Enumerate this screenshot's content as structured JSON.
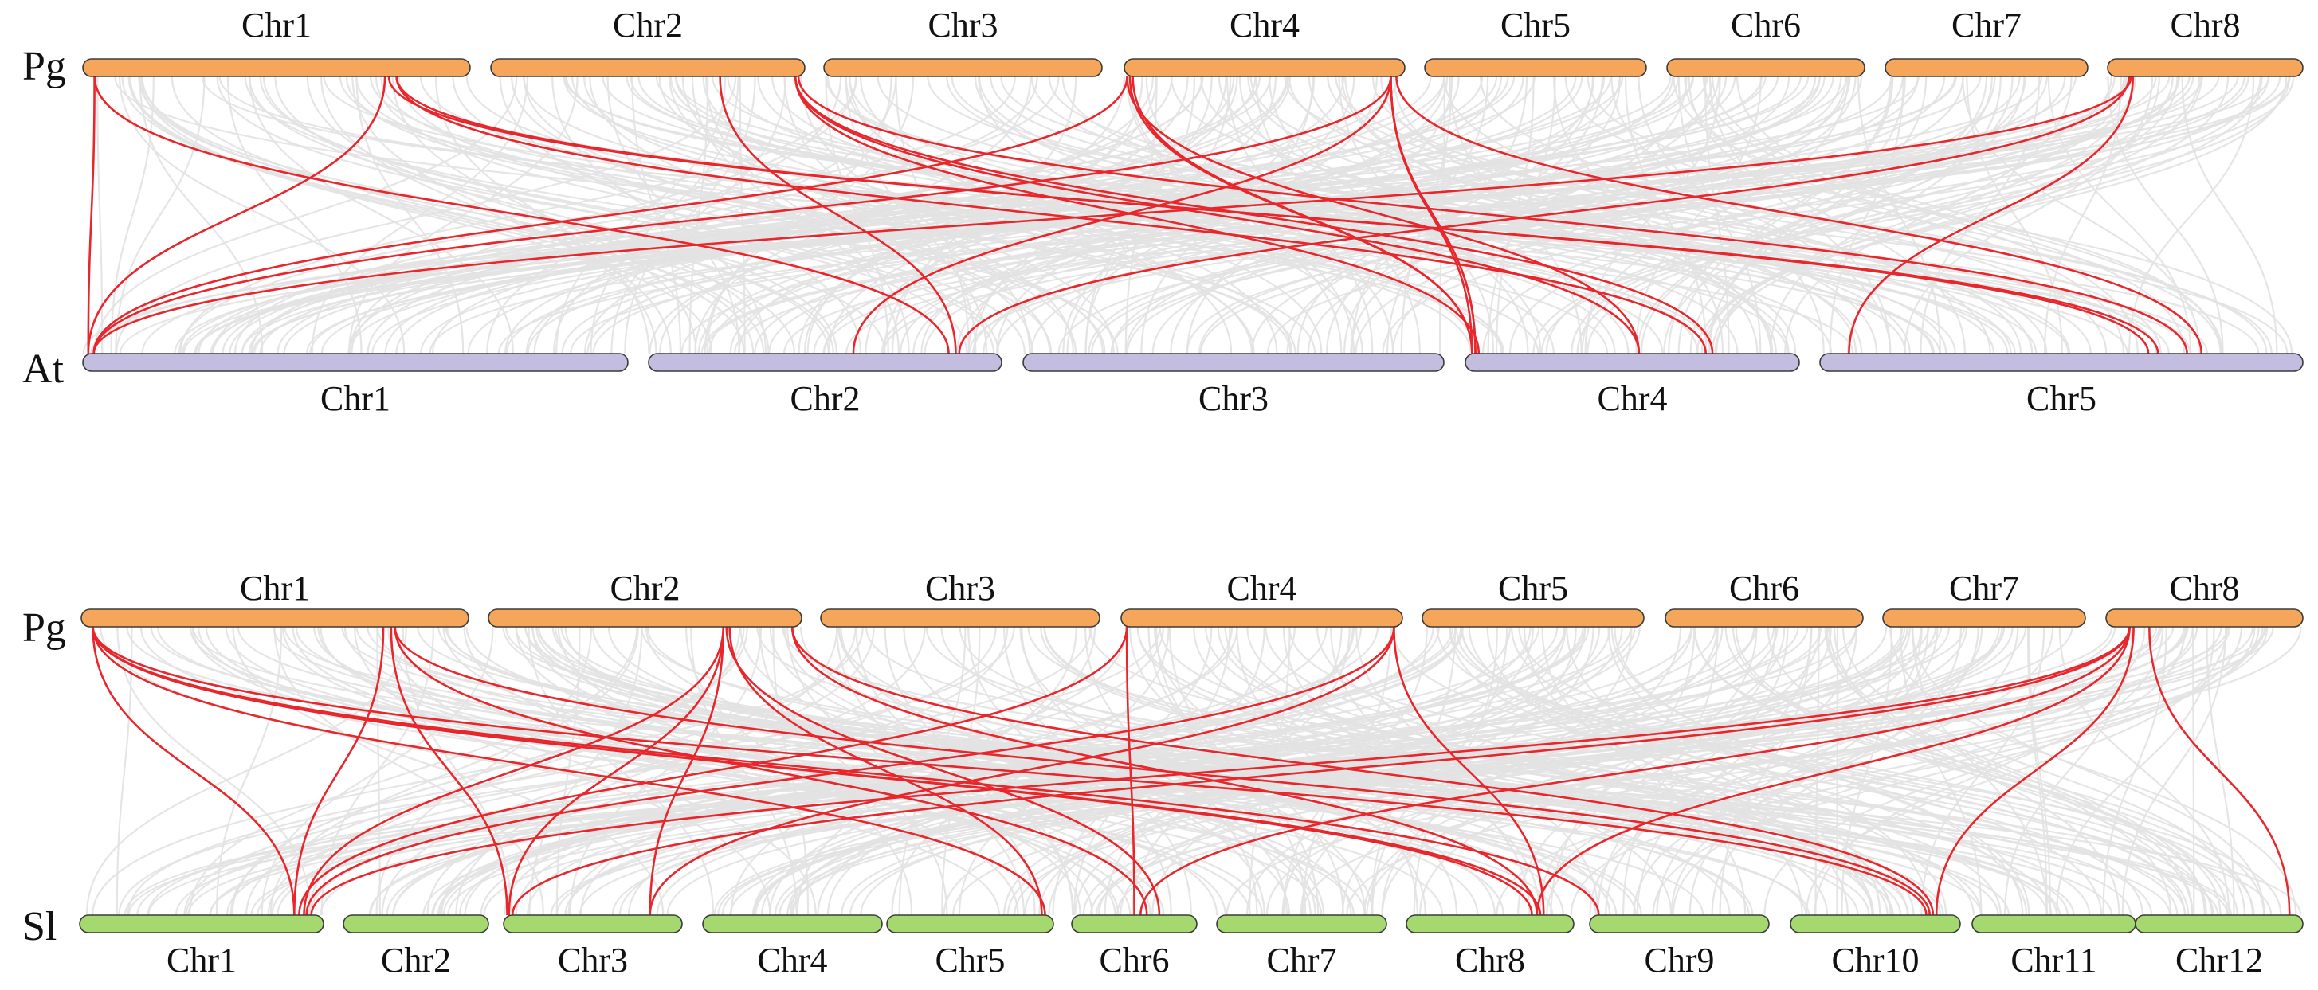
{
  "colors": {
    "background_link": "#e2e2e2",
    "highlight_link": "#e8262b",
    "pg": "#f5a65b",
    "at": "#c3bde0",
    "sl": "#a6d870",
    "outline": "#3a3a3a"
  },
  "panels": [
    {
      "id": "pg-at",
      "top": {
        "genome": "Pg",
        "chromosomes": [
          {
            "name": "Chr1",
            "span": [
              0.0,
              1.0
            ]
          },
          {
            "name": "Chr2",
            "span": [
              0.0,
              1.0
            ]
          },
          {
            "name": "Chr3",
            "span": [
              0.0,
              1.0
            ]
          },
          {
            "name": "Chr4",
            "span": [
              0.0,
              1.0
            ]
          },
          {
            "name": "Chr5",
            "span": [
              0.0,
              1.0
            ]
          },
          {
            "name": "Chr6",
            "span": [
              0.0,
              1.0
            ]
          },
          {
            "name": "Chr7",
            "span": [
              0.0,
              1.0
            ]
          },
          {
            "name": "Chr8",
            "span": [
              0.0,
              1.0
            ]
          }
        ]
      },
      "bottom": {
        "genome": "At",
        "chromosomes": [
          {
            "name": "Chr1"
          },
          {
            "name": "Chr2"
          },
          {
            "name": "Chr3"
          },
          {
            "name": "Chr4"
          },
          {
            "name": "Chr5"
          }
        ]
      }
    },
    {
      "id": "pg-sl",
      "top": {
        "genome": "Pg",
        "chromosomes": [
          {
            "name": "Chr1"
          },
          {
            "name": "Chr2"
          },
          {
            "name": "Chr3"
          },
          {
            "name": "Chr4"
          },
          {
            "name": "Chr5"
          },
          {
            "name": "Chr6"
          },
          {
            "name": "Chr7"
          },
          {
            "name": "Chr8"
          }
        ]
      },
      "bottom": {
        "genome": "Sl",
        "chromosomes": [
          {
            "name": "Chr1"
          },
          {
            "name": "Chr2"
          },
          {
            "name": "Chr3"
          },
          {
            "name": "Chr4"
          },
          {
            "name": "Chr5"
          },
          {
            "name": "Chr6"
          },
          {
            "name": "Chr7"
          },
          {
            "name": "Chr8"
          },
          {
            "name": "Chr9"
          },
          {
            "name": "Chr10"
          },
          {
            "name": "Chr11"
          },
          {
            "name": "Chr12"
          }
        ]
      }
    }
  ],
  "highlight_links": {
    "pg-at": [
      {
        "top": [
          "Chr1",
          0.03
        ],
        "bottom": [
          "Chr1",
          0.01
        ]
      },
      {
        "top": [
          "Chr1",
          0.78
        ],
        "bottom": [
          "Chr1",
          0.01
        ]
      },
      {
        "top": [
          "Chr1",
          0.03
        ],
        "bottom": [
          "Chr2",
          0.85
        ]
      },
      {
        "top": [
          "Chr1",
          0.81
        ],
        "bottom": [
          "Chr4",
          0.72
        ]
      },
      {
        "top": [
          "Chr1",
          0.81
        ],
        "bottom": [
          "Chr5",
          0.68
        ]
      },
      {
        "top": [
          "Chr1",
          0.79
        ],
        "bottom": [
          "Chr5",
          0.7
        ]
      },
      {
        "top": [
          "Chr2",
          0.73
        ],
        "bottom": [
          "Chr2",
          0.87
        ]
      },
      {
        "top": [
          "Chr2",
          0.97
        ],
        "bottom": [
          "Chr4",
          0.52
        ]
      },
      {
        "top": [
          "Chr2",
          0.97
        ],
        "bottom": [
          "Chr4",
          0.74
        ]
      },
      {
        "top": [
          "Chr2",
          0.98
        ],
        "bottom": [
          "Chr5",
          0.76
        ]
      },
      {
        "top": [
          "Chr4",
          0.01
        ],
        "bottom": [
          "Chr1",
          0.02
        ]
      },
      {
        "top": [
          "Chr4",
          0.01
        ],
        "bottom": [
          "Chr4",
          0.52
        ]
      },
      {
        "top": [
          "Chr4",
          0.02
        ],
        "bottom": [
          "Chr4",
          0.02
        ]
      },
      {
        "top": [
          "Chr4",
          0.03
        ],
        "bottom": [
          "Chr4",
          0.02
        ]
      },
      {
        "top": [
          "Chr4",
          0.95
        ],
        "bottom": [
          "Chr1",
          0.02
        ]
      },
      {
        "top": [
          "Chr4",
          0.95
        ],
        "bottom": [
          "Chr2",
          0.58
        ]
      },
      {
        "top": [
          "Chr4",
          0.95
        ],
        "bottom": [
          "Chr4",
          0.02
        ]
      },
      {
        "top": [
          "Chr4",
          0.95
        ],
        "bottom": [
          "Chr4",
          0.03
        ]
      },
      {
        "top": [
          "Chr4",
          0.95
        ],
        "bottom": [
          "Chr4",
          0.03
        ]
      },
      {
        "top": [
          "Chr4",
          0.97
        ],
        "bottom": [
          "Chr5",
          0.79
        ]
      },
      {
        "top": [
          "Chr8",
          0.12
        ],
        "bottom": [
          "Chr1",
          0.02
        ]
      },
      {
        "top": [
          "Chr8",
          0.11
        ],
        "bottom": [
          "Chr2",
          0.88
        ]
      },
      {
        "top": [
          "Chr8",
          0.13
        ],
        "bottom": [
          "Chr5",
          0.06
        ]
      },
      {
        "top": [
          "Chr2",
          0.97
        ],
        "bottom": [
          "Chr4",
          0.04
        ]
      }
    ],
    "pg-sl": [
      {
        "top": [
          "Chr1",
          0.03
        ],
        "bottom": [
          "Chr1",
          0.88
        ]
      },
      {
        "top": [
          "Chr1",
          0.03
        ],
        "bottom": [
          "Chr5",
          0.95
        ]
      },
      {
        "top": [
          "Chr1",
          0.03
        ],
        "bottom": [
          "Chr8",
          0.75
        ]
      },
      {
        "top": [
          "Chr1",
          0.03
        ],
        "bottom": [
          "Chr8",
          0.8
        ]
      },
      {
        "top": [
          "Chr1",
          0.03
        ],
        "bottom": [
          "Chr9",
          0.05
        ]
      },
      {
        "top": [
          "Chr1",
          0.03
        ],
        "bottom": [
          "Chr10",
          0.8
        ]
      },
      {
        "top": [
          "Chr1",
          0.78
        ],
        "bottom": [
          "Chr1",
          0.88
        ]
      },
      {
        "top": [
          "Chr1",
          0.8
        ],
        "bottom": [
          "Chr3",
          0.02
        ]
      },
      {
        "top": [
          "Chr1",
          0.81
        ],
        "bottom": [
          "Chr6",
          0.6
        ]
      },
      {
        "top": [
          "Chr1",
          0.81
        ],
        "bottom": [
          "Chr10",
          0.82
        ]
      },
      {
        "top": [
          "Chr2",
          0.75
        ],
        "bottom": [
          "Chr1",
          0.92
        ]
      },
      {
        "top": [
          "Chr2",
          0.75
        ],
        "bottom": [
          "Chr3",
          0.03
        ]
      },
      {
        "top": [
          "Chr2",
          0.75
        ],
        "bottom": [
          "Chr3",
          0.82
        ]
      },
      {
        "top": [
          "Chr2",
          0.77
        ],
        "bottom": [
          "Chr5",
          0.93
        ]
      },
      {
        "top": [
          "Chr2",
          0.76
        ],
        "bottom": [
          "Chr6",
          0.7
        ]
      },
      {
        "top": [
          "Chr2",
          0.97
        ],
        "bottom": [
          "Chr8",
          0.78
        ]
      },
      {
        "top": [
          "Chr2",
          0.97
        ],
        "bottom": [
          "Chr10",
          0.84
        ]
      },
      {
        "top": [
          "Chr4",
          0.02
        ],
        "bottom": [
          "Chr1",
          0.9
        ]
      },
      {
        "top": [
          "Chr4",
          0.02
        ],
        "bottom": [
          "Chr6",
          0.5
        ]
      },
      {
        "top": [
          "Chr4",
          0.97
        ],
        "bottom": [
          "Chr1",
          0.93
        ]
      },
      {
        "top": [
          "Chr4",
          0.97
        ],
        "bottom": [
          "Chr3",
          0.82
        ]
      },
      {
        "top": [
          "Chr4",
          0.97
        ],
        "bottom": [
          "Chr8",
          0.82
        ]
      },
      {
        "top": [
          "Chr8",
          0.12
        ],
        "bottom": [
          "Chr1",
          0.95
        ]
      },
      {
        "top": [
          "Chr8",
          0.12
        ],
        "bottom": [
          "Chr3",
          0.05
        ]
      },
      {
        "top": [
          "Chr8",
          0.12
        ],
        "bottom": [
          "Chr6",
          0.55
        ]
      },
      {
        "top": [
          "Chr8",
          0.12
        ],
        "bottom": [
          "Chr8",
          0.78
        ]
      },
      {
        "top": [
          "Chr8",
          0.14
        ],
        "bottom": [
          "Chr10",
          0.86
        ]
      },
      {
        "top": [
          "Chr8",
          0.22
        ],
        "bottom": [
          "Chr12",
          0.92
        ]
      }
    ]
  }
}
